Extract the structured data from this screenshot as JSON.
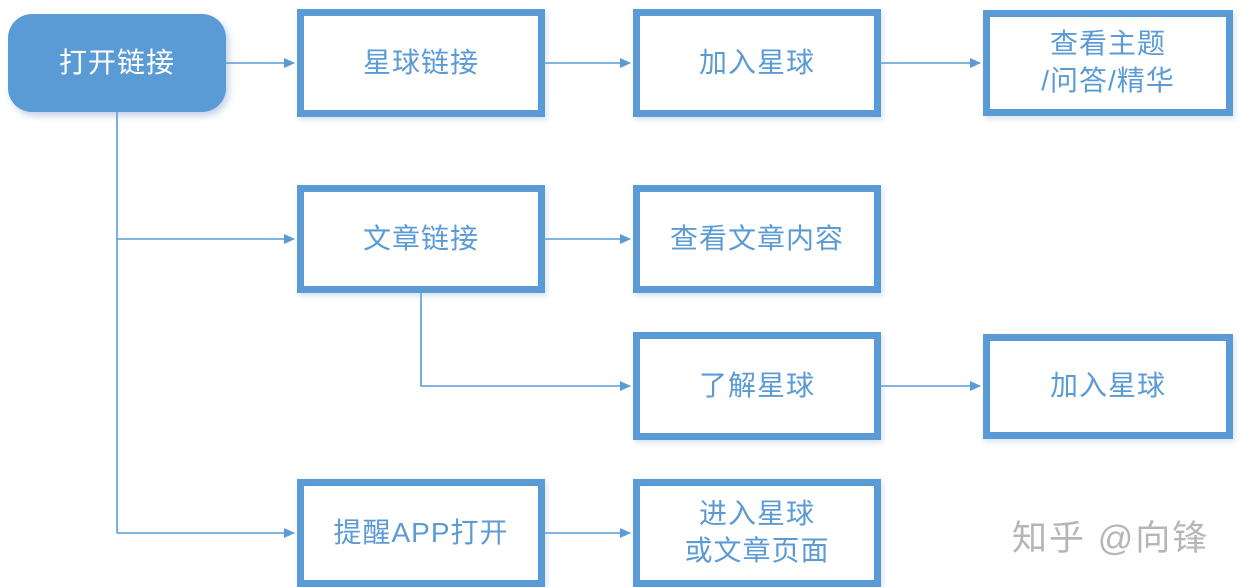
{
  "accent_color": "#5b9bd5",
  "background_color": "#ffffff",
  "flowchart": {
    "start": {
      "id": "open-link",
      "label": "打开链接",
      "shape": "rounded-filled"
    },
    "nodes": [
      {
        "id": "planet-link",
        "label": "星球链接"
      },
      {
        "id": "join-planet-1",
        "label": "加入星球"
      },
      {
        "id": "view-topics",
        "label": "查看主题\n/问答/精华"
      },
      {
        "id": "article-link",
        "label": "文章链接"
      },
      {
        "id": "view-article",
        "label": "查看文章内容"
      },
      {
        "id": "learn-planet",
        "label": "了解星球"
      },
      {
        "id": "join-planet-2",
        "label": "加入星球"
      },
      {
        "id": "remind-app",
        "label": "提醒APP打开"
      },
      {
        "id": "enter-page",
        "label": "进入星球\n或文章页面"
      }
    ],
    "edges": [
      {
        "from": "open-link",
        "to": "planet-link"
      },
      {
        "from": "planet-link",
        "to": "join-planet-1"
      },
      {
        "from": "join-planet-1",
        "to": "view-topics"
      },
      {
        "from": "open-link",
        "to": "article-link"
      },
      {
        "from": "article-link",
        "to": "view-article"
      },
      {
        "from": "article-link",
        "to": "learn-planet"
      },
      {
        "from": "learn-planet",
        "to": "join-planet-2"
      },
      {
        "from": "open-link",
        "to": "remind-app"
      },
      {
        "from": "remind-app",
        "to": "enter-page"
      }
    ]
  },
  "watermark": {
    "text": "知乎 @向锋",
    "color": "#b3b3b3"
  }
}
